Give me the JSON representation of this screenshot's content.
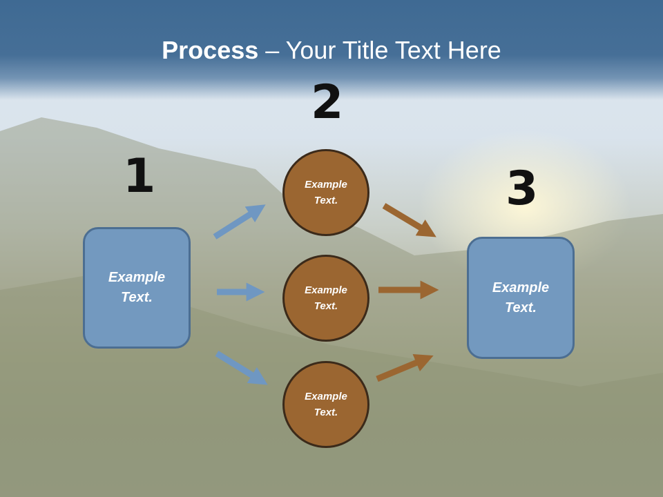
{
  "title": {
    "bold": "Process",
    "rest": " – Your Title Text Here"
  },
  "steps": {
    "one": "1",
    "two": "2",
    "three": "3"
  },
  "nodes": {
    "left_box": [
      "Example",
      "Text."
    ],
    "circle_top": [
      "Example",
      "Text."
    ],
    "circle_mid": [
      "Example",
      "Text."
    ],
    "circle_bot": [
      "Example",
      "Text."
    ],
    "right_box": [
      "Example",
      "Text."
    ]
  },
  "colors": {
    "title_bar": "#3f6a93",
    "box_fill": "#7399bf",
    "circle_fill": "#9b6631",
    "blue_arrow": "#6f97c2",
    "brown_arrow": "#9b6631"
  }
}
